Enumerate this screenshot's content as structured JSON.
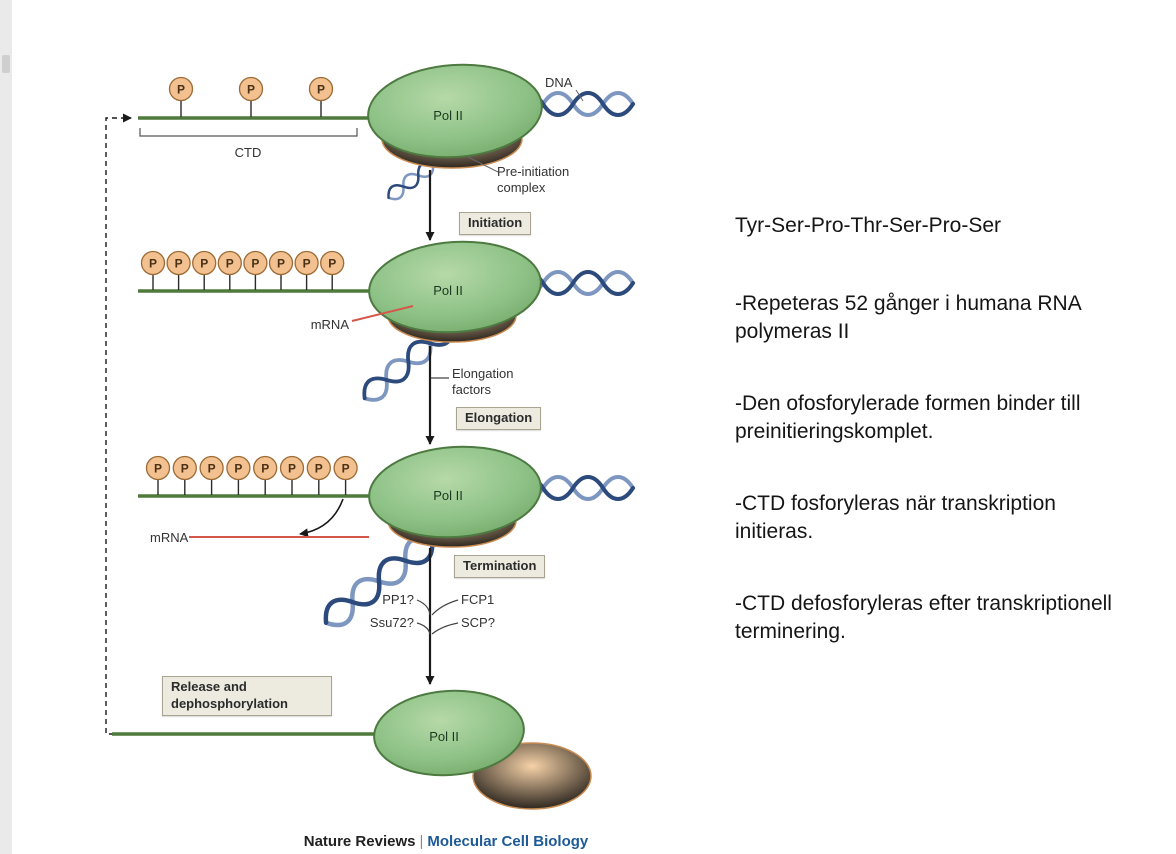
{
  "page": {
    "background": "#ffffff",
    "left_strip_color": "#eaeaea"
  },
  "figure": {
    "caption": {
      "journal": "Nature Reviews",
      "separator": "|",
      "title": "Molecular Cell Biology",
      "title_color": "#1d5a96"
    },
    "phosphate_label": "P",
    "stages": [
      {
        "name": "preinitiation",
        "p_count": 3
      },
      {
        "name": "initiation",
        "p_count": 8
      },
      {
        "name": "elongation",
        "p_count": 8
      },
      {
        "name": "release",
        "p_count": 0
      }
    ],
    "labels": {
      "dna": "DNA",
      "pol2": "Pol II",
      "ctd": "CTD",
      "pre_initiation_complex": "Pre-initiation complex",
      "initiation": "Initiation",
      "mrna": "mRNA",
      "elongation_factors": "Elongation factors",
      "elongation": "Elongation",
      "termination": "Termination",
      "pp1": "PP1?",
      "fcp1": "FCP1",
      "ssu72": "Ssu72?",
      "scp": "SCP?",
      "release": "Release and dephosphorylation"
    },
    "colors": {
      "pol2_fill": "#8ec287",
      "pol2_stroke": "#4c7a40",
      "preinit_fill": "#efb988",
      "preinit_stroke": "#c98c52",
      "phosphate_fill": "#f3c190",
      "phosphate_stroke": "#9c6b35",
      "ctd_line": "#4f7a3b",
      "mrna_line": "#d4584a",
      "dna_dark": "#2c4a7c",
      "dna_light": "#7e97c0",
      "label_box_bg": "#edebdf",
      "label_box_border": "#a9a391"
    }
  },
  "notes": {
    "heading": "Tyr-Ser-Pro-Thr-Ser-Pro-Ser",
    "bullets": [
      "-Repeteras 52 gånger i humana RNA polymeras II",
      "-Den ofosforylerade formen binder till preinitieringskomplet.",
      "-CTD fosforyleras när transkription initieras.",
      "-CTD defosforyleras efter transkriptionell terminering."
    ]
  }
}
